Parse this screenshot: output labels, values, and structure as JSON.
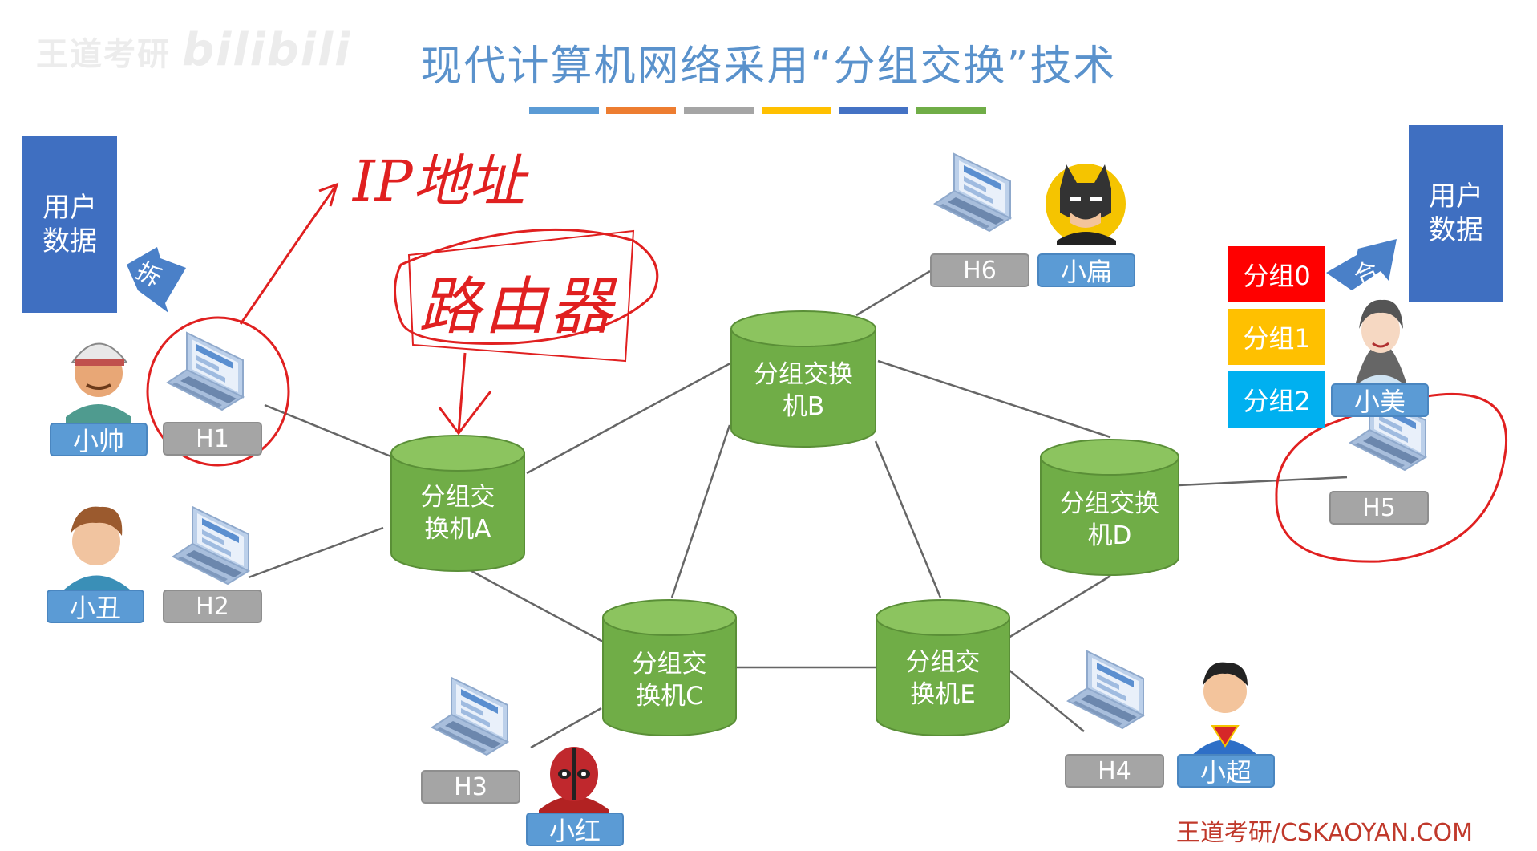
{
  "title": "现代计算机网络采用“分组交换”技术",
  "watermark": {
    "left": "王道考研",
    "right": "bilibili"
  },
  "title_bar_colors": [
    "#5b9bd5",
    "#ed7d31",
    "#a5a5a5",
    "#ffc000",
    "#4472c4",
    "#70ad47"
  ],
  "left_data_box": {
    "line1": "用户",
    "line2": "数据"
  },
  "right_data_box": {
    "line1": "用户",
    "line2": "数据"
  },
  "split_arrow_label": "拆",
  "merge_arrow_label": "合",
  "hosts": [
    {
      "id": "H1",
      "user": "小帅"
    },
    {
      "id": "H2",
      "user": "小丑"
    },
    {
      "id": "H3",
      "user": "小红"
    },
    {
      "id": "H4",
      "user": "小超"
    },
    {
      "id": "H5",
      "user": "小美"
    },
    {
      "id": "H6",
      "user": "小扁"
    }
  ],
  "switches": [
    {
      "id": "A",
      "line1": "分组交",
      "line2": "换机A"
    },
    {
      "id": "B",
      "line1": "分组交换",
      "line2": "机B"
    },
    {
      "id": "C",
      "line1": "分组交",
      "line2": "换机C"
    },
    {
      "id": "D",
      "line1": "分组交换",
      "line2": "机D"
    },
    {
      "id": "E",
      "line1": "分组交",
      "line2": "换机E"
    }
  ],
  "packets": [
    {
      "label": "分组0",
      "color": "#ff0000"
    },
    {
      "label": "分组1",
      "color": "#ffc000"
    },
    {
      "label": "分组2",
      "color": "#00b0f0"
    }
  ],
  "annotations": {
    "ip_address": "IP地址",
    "router": "路由器"
  },
  "footer": "王道考研/CSKAOYAN.COM",
  "colors": {
    "switch_green": "#70ad47",
    "annotation_red": "#e02020",
    "title_blue": "#5a92cc"
  }
}
